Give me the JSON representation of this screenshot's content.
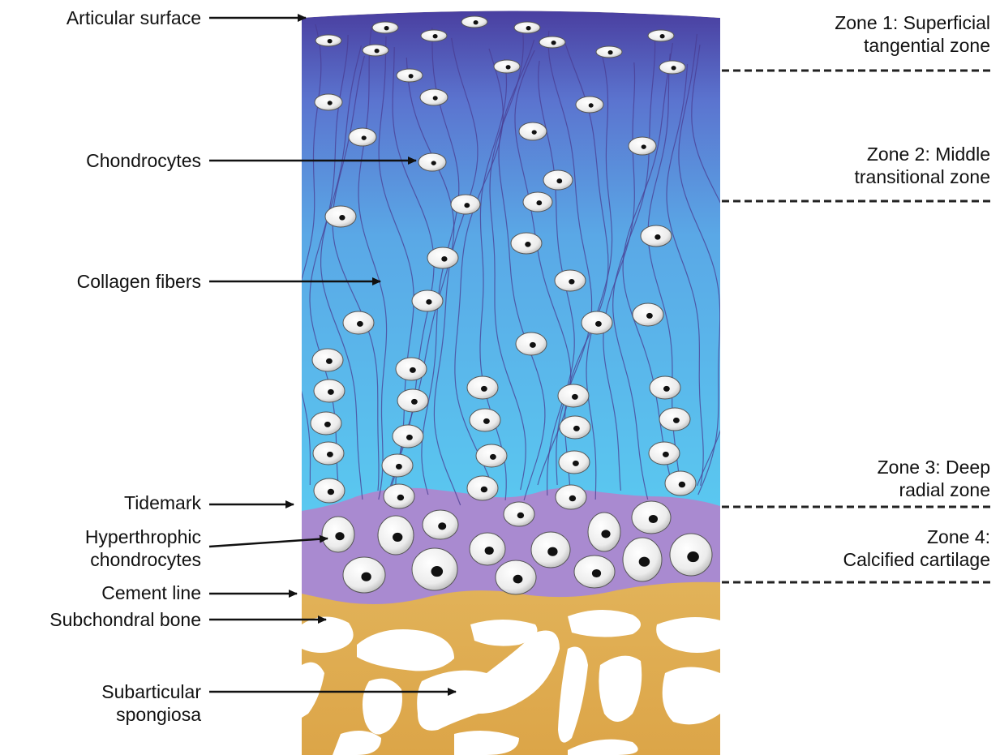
{
  "diagram": {
    "left_labels": {
      "articular_surface": "Articular surface",
      "chondrocytes": "Chondrocytes",
      "collagen_fibers": "Collagen fibers",
      "tidemark": "Tidemark",
      "hypertrophic_chondrocytes": [
        "Hyperthrophic",
        "chondrocytes"
      ],
      "cement_line": "Cement line",
      "subchondral_bone": "Subchondral bone",
      "subarticular_spongiosa": [
        "Subarticular",
        "spongiosa"
      ]
    },
    "zones": [
      {
        "lines": [
          "Zone 1: Superficial",
          "tangential zone"
        ]
      },
      {
        "lines": [
          "Zone 2: Middle",
          "transitional zone"
        ]
      },
      {
        "lines": [
          "Zone 3: Deep",
          "radial zone"
        ]
      },
      {
        "lines": [
          "Zone 4:",
          "Calcified cartilage"
        ]
      }
    ],
    "colors": {
      "superficial_top": "#4a3fa0",
      "middle": "#5aa8e6",
      "deep": "#5ac8f0",
      "calcified": "#a98ad0",
      "bone": "#f3e3a0",
      "spongiosa": "#e1ad55",
      "fiber": "#4a3c92",
      "cell_nucleus": "#111111"
    }
  }
}
